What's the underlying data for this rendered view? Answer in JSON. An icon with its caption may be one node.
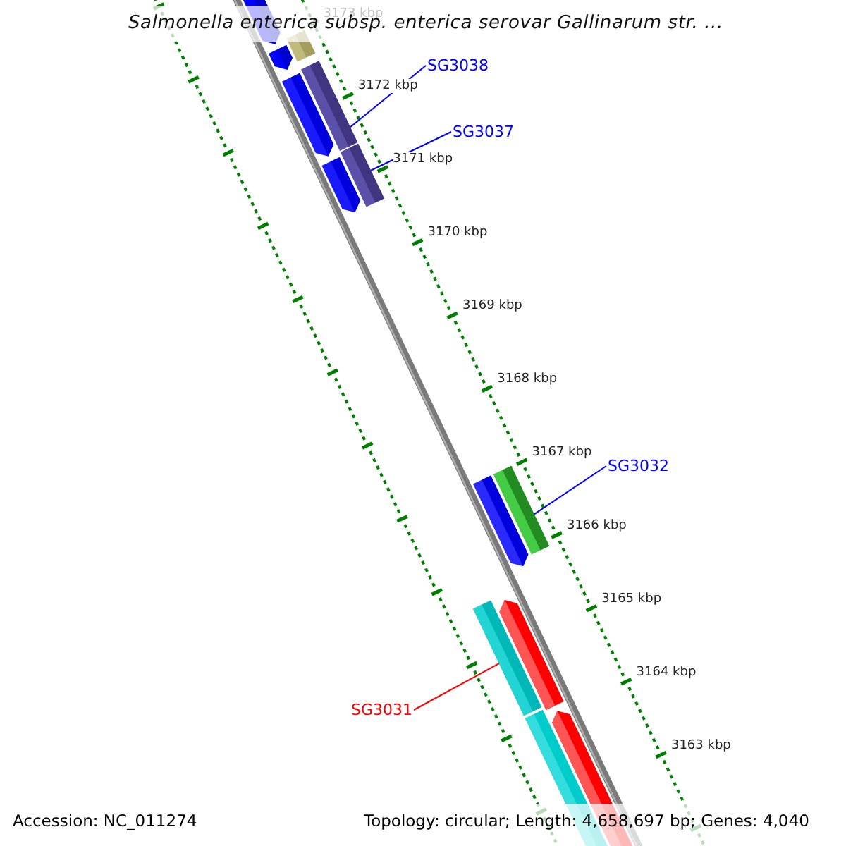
{
  "diagram": {
    "title": "Salmonella enterica subsp. enterica serovar Gallinarum str. ...",
    "nodes": [
      {
        "text": [
          "SG3038"
        ]
      },
      {
        "text": [],
        "shape": "bar"
      },
      {
        "text": [
          "SG3037"
        ]
      },
      {
        "text": [],
        "shape": "bar"
      },
      {
        "text": [
          "SG3032"
        ]
      },
      {
        "text": [],
        "shape": "bar"
      },
      {
        "text": [
          "SG3031"
        ]
      },
      {
        "text": [],
        "shape": "bar"
      }
    ],
    "edges": [
      {
        "from": 0,
        "to": 1,
        "arrow": "none"
      },
      {
        "from": 2,
        "to": 3,
        "arrow": "none"
      },
      {
        "from": 4,
        "to": 5,
        "arrow": "none"
      },
      {
        "from": 6,
        "to": 7,
        "arrow": "none",
        "color": "#ff0000"
      }
    ],
    "labels": [
      "3173 kbp",
      "3172 kbp",
      "3171 kbp",
      "3170 kbp",
      "3169 kbp",
      "3168 kbp",
      "3167 kbp",
      "3166 kbp",
      "3165 kbp",
      "3164 kbp",
      "3163 kbp",
      "Accession: NC_011274",
      "Topology: circular; Length: 4,658,697 bp; Genes: 4,040"
    ]
  }
}
